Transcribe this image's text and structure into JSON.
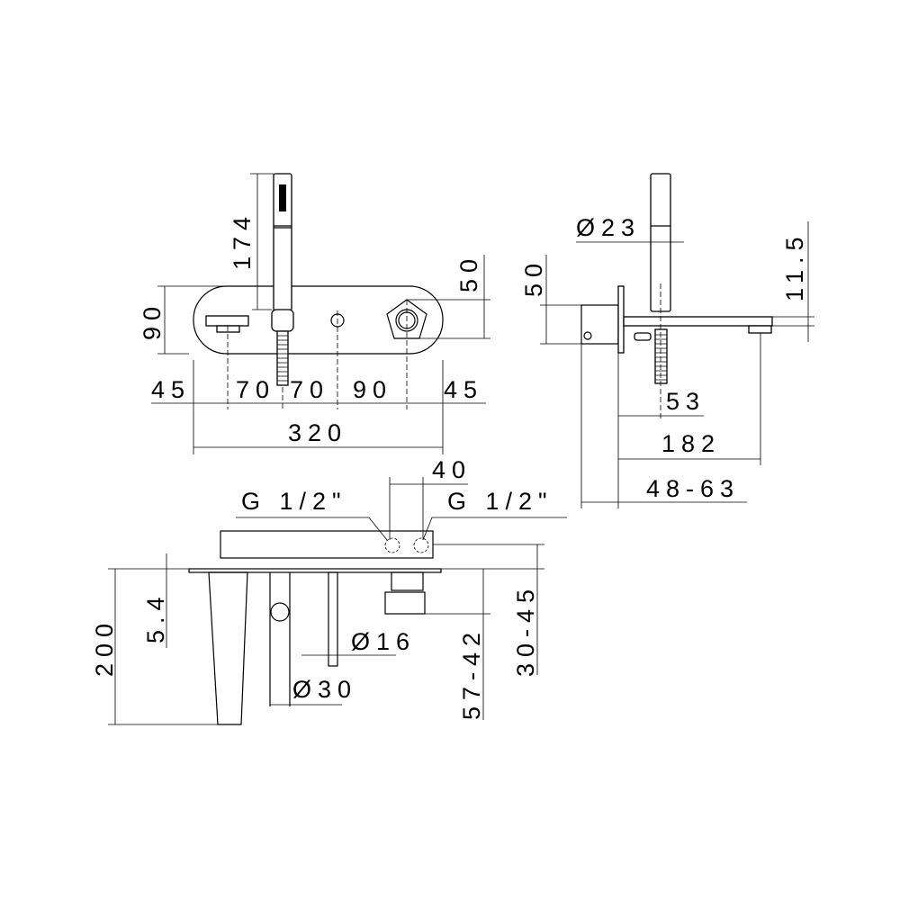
{
  "front_view": {
    "handshower_height": "174",
    "plate_height": "90",
    "diverter_offset": "50",
    "spacing": [
      "45",
      "70",
      "70",
      "90",
      "45"
    ],
    "total_width": "320"
  },
  "side_view": {
    "handshower_diameter": "Ø23",
    "spout_height": "11.5",
    "body_height": "50",
    "holder_projection": "53",
    "spout_projection": "182",
    "wall_depth": "48-63"
  },
  "top_view": {
    "connection_spacing": "40",
    "connection_left": "G 1/2\"",
    "connection_right": "G 1/2\"",
    "plate_thickness": "5.4",
    "total_depth": "200",
    "hose_diameter": "Ø16",
    "spout_diameter": "Ø30",
    "recess_depth_a": "30-45",
    "recess_depth_b": "57-42"
  }
}
